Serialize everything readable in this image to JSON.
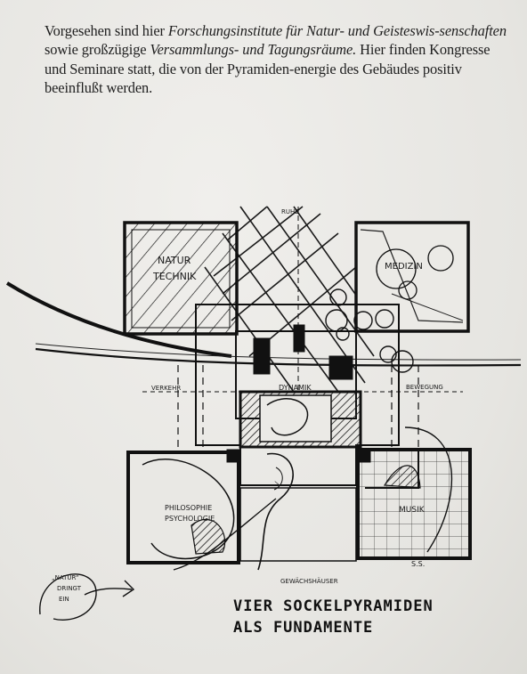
{
  "intro": {
    "s1": "Vorgesehen sind hier ",
    "s2": "Forschungsinstitute für Natur- und Geisteswis-senschaften",
    "s3": " sowie großzügige ",
    "s4": "Versammlungs- und Tagungsräume.",
    "s5": " Hier finden Kongresse und Seminare statt, die von der Pyramiden-energie des Gebäudes positiv beeinflußt werden."
  },
  "sketch": {
    "label_top": "RUHE",
    "label_nw": "NATUR TECHNIK",
    "label_nw_line1": "NATUR",
    "label_nw_line2": "TECHNIK",
    "label_ne": "MEDIZIN",
    "label_center": "DYNAMIK",
    "label_left_axis": "VERKEHR",
    "label_right_axis": "BEWEGUNG",
    "label_sw_line1": "PHILOSOPHIE",
    "label_sw_line2": "PSYCHOLOGIE",
    "label_se": "MUSIK",
    "label_bottom": "GEWÄCHSHÄUSER",
    "natur_line1": "„NATUR“",
    "natur_line2": "DRINGT",
    "natur_line3": "EIN",
    "signature": "S.S.",
    "caption_line1": "VIER SOCKELPYRAMIDEN",
    "caption_line2": "ALS FUNDAMENTE"
  }
}
